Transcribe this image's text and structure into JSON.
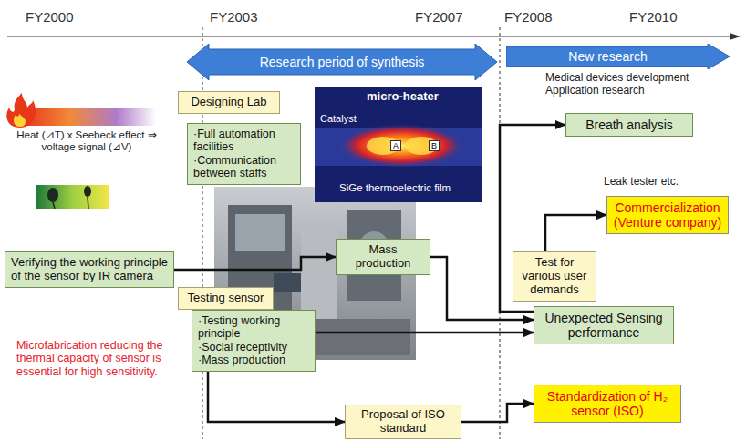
{
  "diagram": {
    "nodes": [
      {
        "text": [
          "Research period of synthesis"
        ]
      },
      {
        "text": [
          "New research"
        ]
      },
      {
        "text": [
          "Designing Lab"
        ]
      },
      {
        "text": [
          "·Full automation facilities",
          "·Communication between staffs"
        ]
      },
      {
        "text": [
          "Breath analysis"
        ]
      },
      {
        "text": [
          "Verifying the working principle of the sensor by IR camera"
        ]
      },
      {
        "text": [
          "Mass production"
        ]
      },
      {
        "text": [
          "Commercialization (Venture company)"
        ]
      },
      {
        "text": [
          "Test for various user demands"
        ]
      },
      {
        "text": [
          "Testing sensor"
        ]
      },
      {
        "text": [
          "·Testing working principle",
          "·Social receptivity",
          "·Mass production"
        ]
      },
      {
        "text": [
          "Unexpected Sensing performance"
        ]
      },
      {
        "text": [
          "Standardization of H₂ sensor (ISO)"
        ]
      },
      {
        "text": [
          "Proposal of ISO standard"
        ]
      }
    ],
    "edges": [
      {
        "from": 5,
        "to": 6,
        "arrow": "to"
      },
      {
        "from": 6,
        "to": 11,
        "arrow": "to"
      },
      {
        "from": 10,
        "to": 11,
        "arrow": "to"
      },
      {
        "from": 10,
        "to": 13,
        "arrow": "to"
      },
      {
        "from": 13,
        "to": 12,
        "arrow": "to"
      },
      {
        "from": 11,
        "to": 4,
        "arrow": "to"
      },
      {
        "from": 8,
        "to": 7,
        "arrow": "to"
      }
    ],
    "labels": [
      "FY2000",
      "FY2003",
      "FY2007",
      "FY2008",
      "FY2010",
      "Heat (⊿T) x Seebeck effect ⇒ voltage signal (⊿V)",
      "micro-heater",
      "Catalyst",
      "SiGe thermoelectric film",
      "A",
      "B",
      "Medical devices development Application research",
      "Leak tester etc.",
      "Microfabrication reducing the thermal capacity of sensor is essential for high sensitivity."
    ]
  }
}
